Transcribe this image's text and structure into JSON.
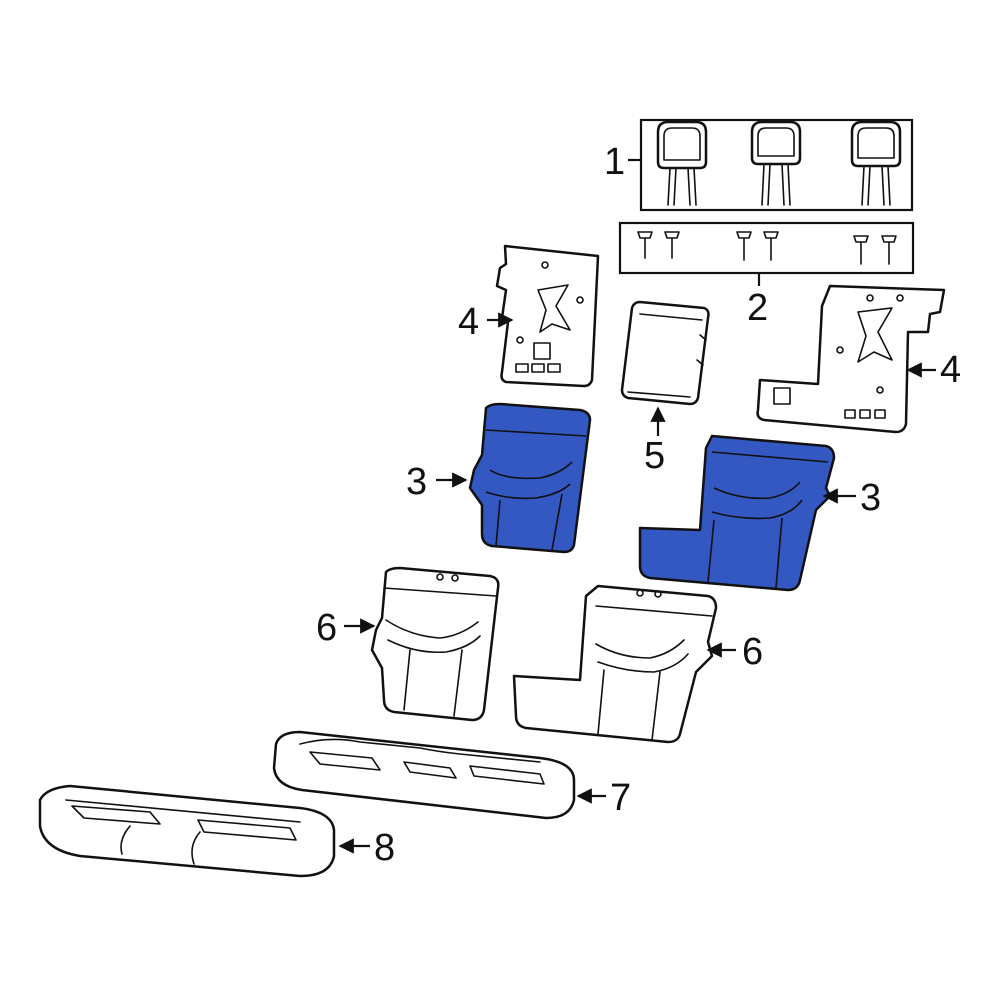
{
  "diagram": {
    "callouts": [
      {
        "id": "c1",
        "number": "1"
      },
      {
        "id": "c2",
        "number": "2"
      },
      {
        "id": "c3a",
        "number": "3"
      },
      {
        "id": "c3b",
        "number": "3"
      },
      {
        "id": "c4a",
        "number": "4"
      },
      {
        "id": "c4b",
        "number": "4"
      },
      {
        "id": "c5",
        "number": "5"
      },
      {
        "id": "c6a",
        "number": "6"
      },
      {
        "id": "c6b",
        "number": "6"
      },
      {
        "id": "c7",
        "number": "7"
      },
      {
        "id": "c8",
        "number": "8"
      }
    ],
    "highlight_color": "#3358c2",
    "line_color": "#111111"
  }
}
